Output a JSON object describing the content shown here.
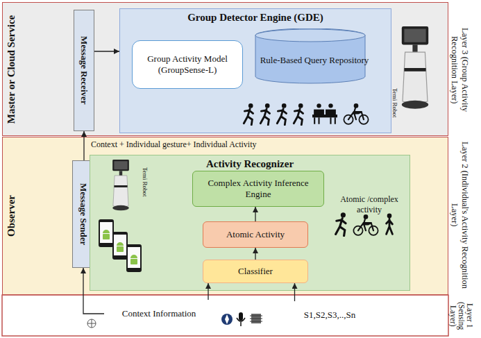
{
  "diagram": {
    "nodes": [
      {
        "text": [
          "Master or Cloud Service"
        ]
      },
      {
        "text": [
          "Message Receiver"
        ],
        "in": 0
      },
      {
        "text": [
          "Group Detector Engine (GDE)"
        ],
        "in": 0
      },
      {
        "text": [
          "Group Activity Model (GroupSense-L)"
        ],
        "in": 2
      },
      {
        "text": [
          "Rule-Based Query Repository"
        ],
        "in": 2
      },
      {
        "text": [
          "Observer"
        ]
      },
      {
        "text": [
          "Message Sender"
        ],
        "in": 5
      },
      {
        "text": [
          "Activity Recognizer"
        ],
        "in": 5
      },
      {
        "text": [
          "Complex Activity Inference Engine"
        ],
        "in": 7
      },
      {
        "text": [
          "Atomic Activity"
        ],
        "in": 7
      },
      {
        "text": [
          "Classifier"
        ],
        "in": 7
      },
      {
        "text": [
          "Context Information"
        ]
      },
      {
        "text": [
          "S1,S2,S3,..,Sn"
        ]
      }
    ],
    "edges": [
      {
        "from": 1,
        "to": 2,
        "arrow": "to"
      },
      {
        "from": 6,
        "to": 1,
        "arrow": "to",
        "label": "Context + Individual gesture+ Individual Activity"
      },
      {
        "from": 11,
        "to": 6,
        "arrow": "to"
      },
      {
        "from": 11,
        "to": 10,
        "arrow": "to"
      },
      {
        "from": 12,
        "to": 10,
        "arrow": "to"
      },
      {
        "from": 10,
        "to": 9,
        "arrow": "to"
      },
      {
        "from": 9,
        "to": 8,
        "arrow": "to"
      }
    ],
    "labels": [
      "Layer 3 (Group Activity Recognition Layer)",
      "Layer 2 (Individual's Activity Recognition Layer)",
      "Layer 1 (Sensing Layer)",
      "Temi Robot",
      "Temi Robot",
      "Atomic /complex activity"
    ]
  }
}
